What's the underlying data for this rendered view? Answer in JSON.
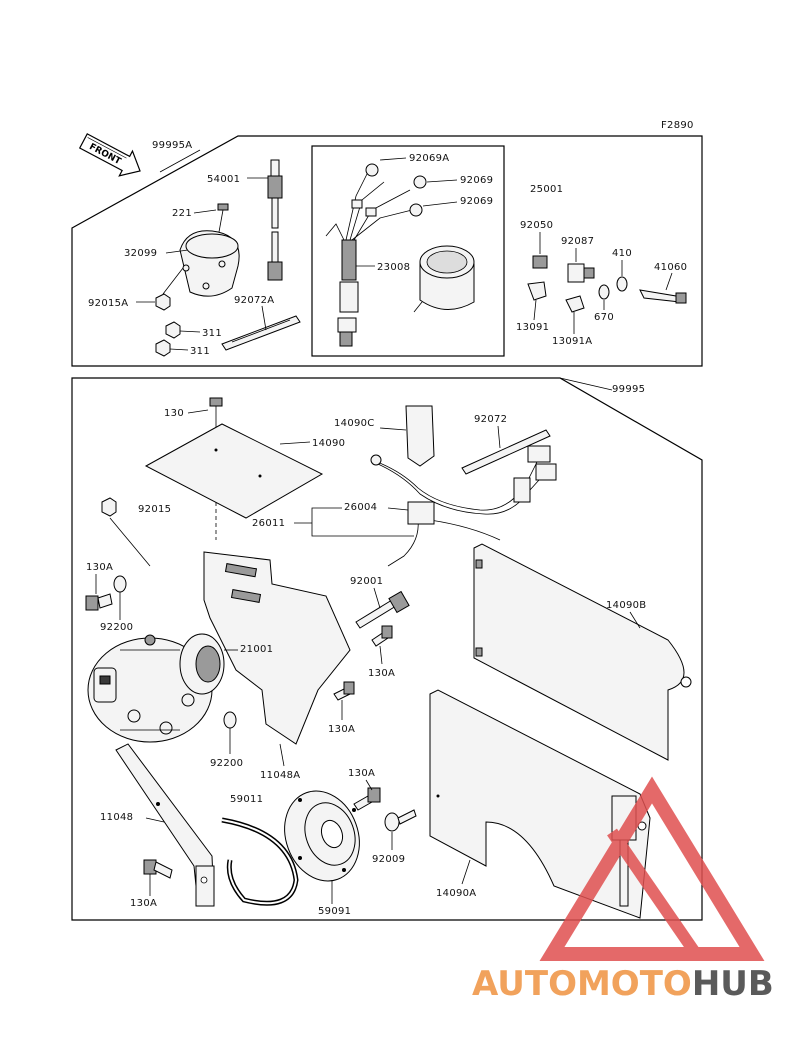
{
  "figure_code": "F2890",
  "front_label": "FRONT",
  "brand": {
    "part1": "AUTOMOTO",
    "part2": "HUB",
    "color_primary": "#f1a25c",
    "color_secondary": "#5a5a5a",
    "logo_color": "#e05050"
  },
  "kit_top": {
    "kit_number": "99995A",
    "parts": {
      "p54001": "54001",
      "p221": "221",
      "p32099": "32099",
      "p92015A": "92015A",
      "p311a": "311",
      "p311b": "311",
      "p92072A": "92072A",
      "p92069A": "92069A",
      "p92069a": "92069",
      "p92069b": "92069",
      "p23008": "23008",
      "p25001": "25001",
      "p92050": "92050",
      "p92087": "92087",
      "p410": "410",
      "p41060": "41060",
      "p13091": "13091",
      "p13091A": "13091A",
      "p670": "670"
    }
  },
  "kit_bottom": {
    "kit_number": "99995",
    "parts": {
      "p130top": "130",
      "p14090": "14090",
      "p14090C": "14090C",
      "p92072": "92072",
      "p92015": "92015",
      "p26004": "26004",
      "p26011": "26011",
      "p130Aa": "130A",
      "p92001": "92001",
      "p14090B": "14090B",
      "p92200a": "92200",
      "p21001": "21001",
      "p130Ab": "130A",
      "p130Ac": "130A",
      "p92200b": "92200",
      "p11048A": "11048A",
      "p130Ad": "130A",
      "p59011": "59011",
      "p11048": "11048",
      "p92009": "92009",
      "p130Ae": "130A",
      "p59091": "59091",
      "p14090A": "14090A"
    }
  }
}
